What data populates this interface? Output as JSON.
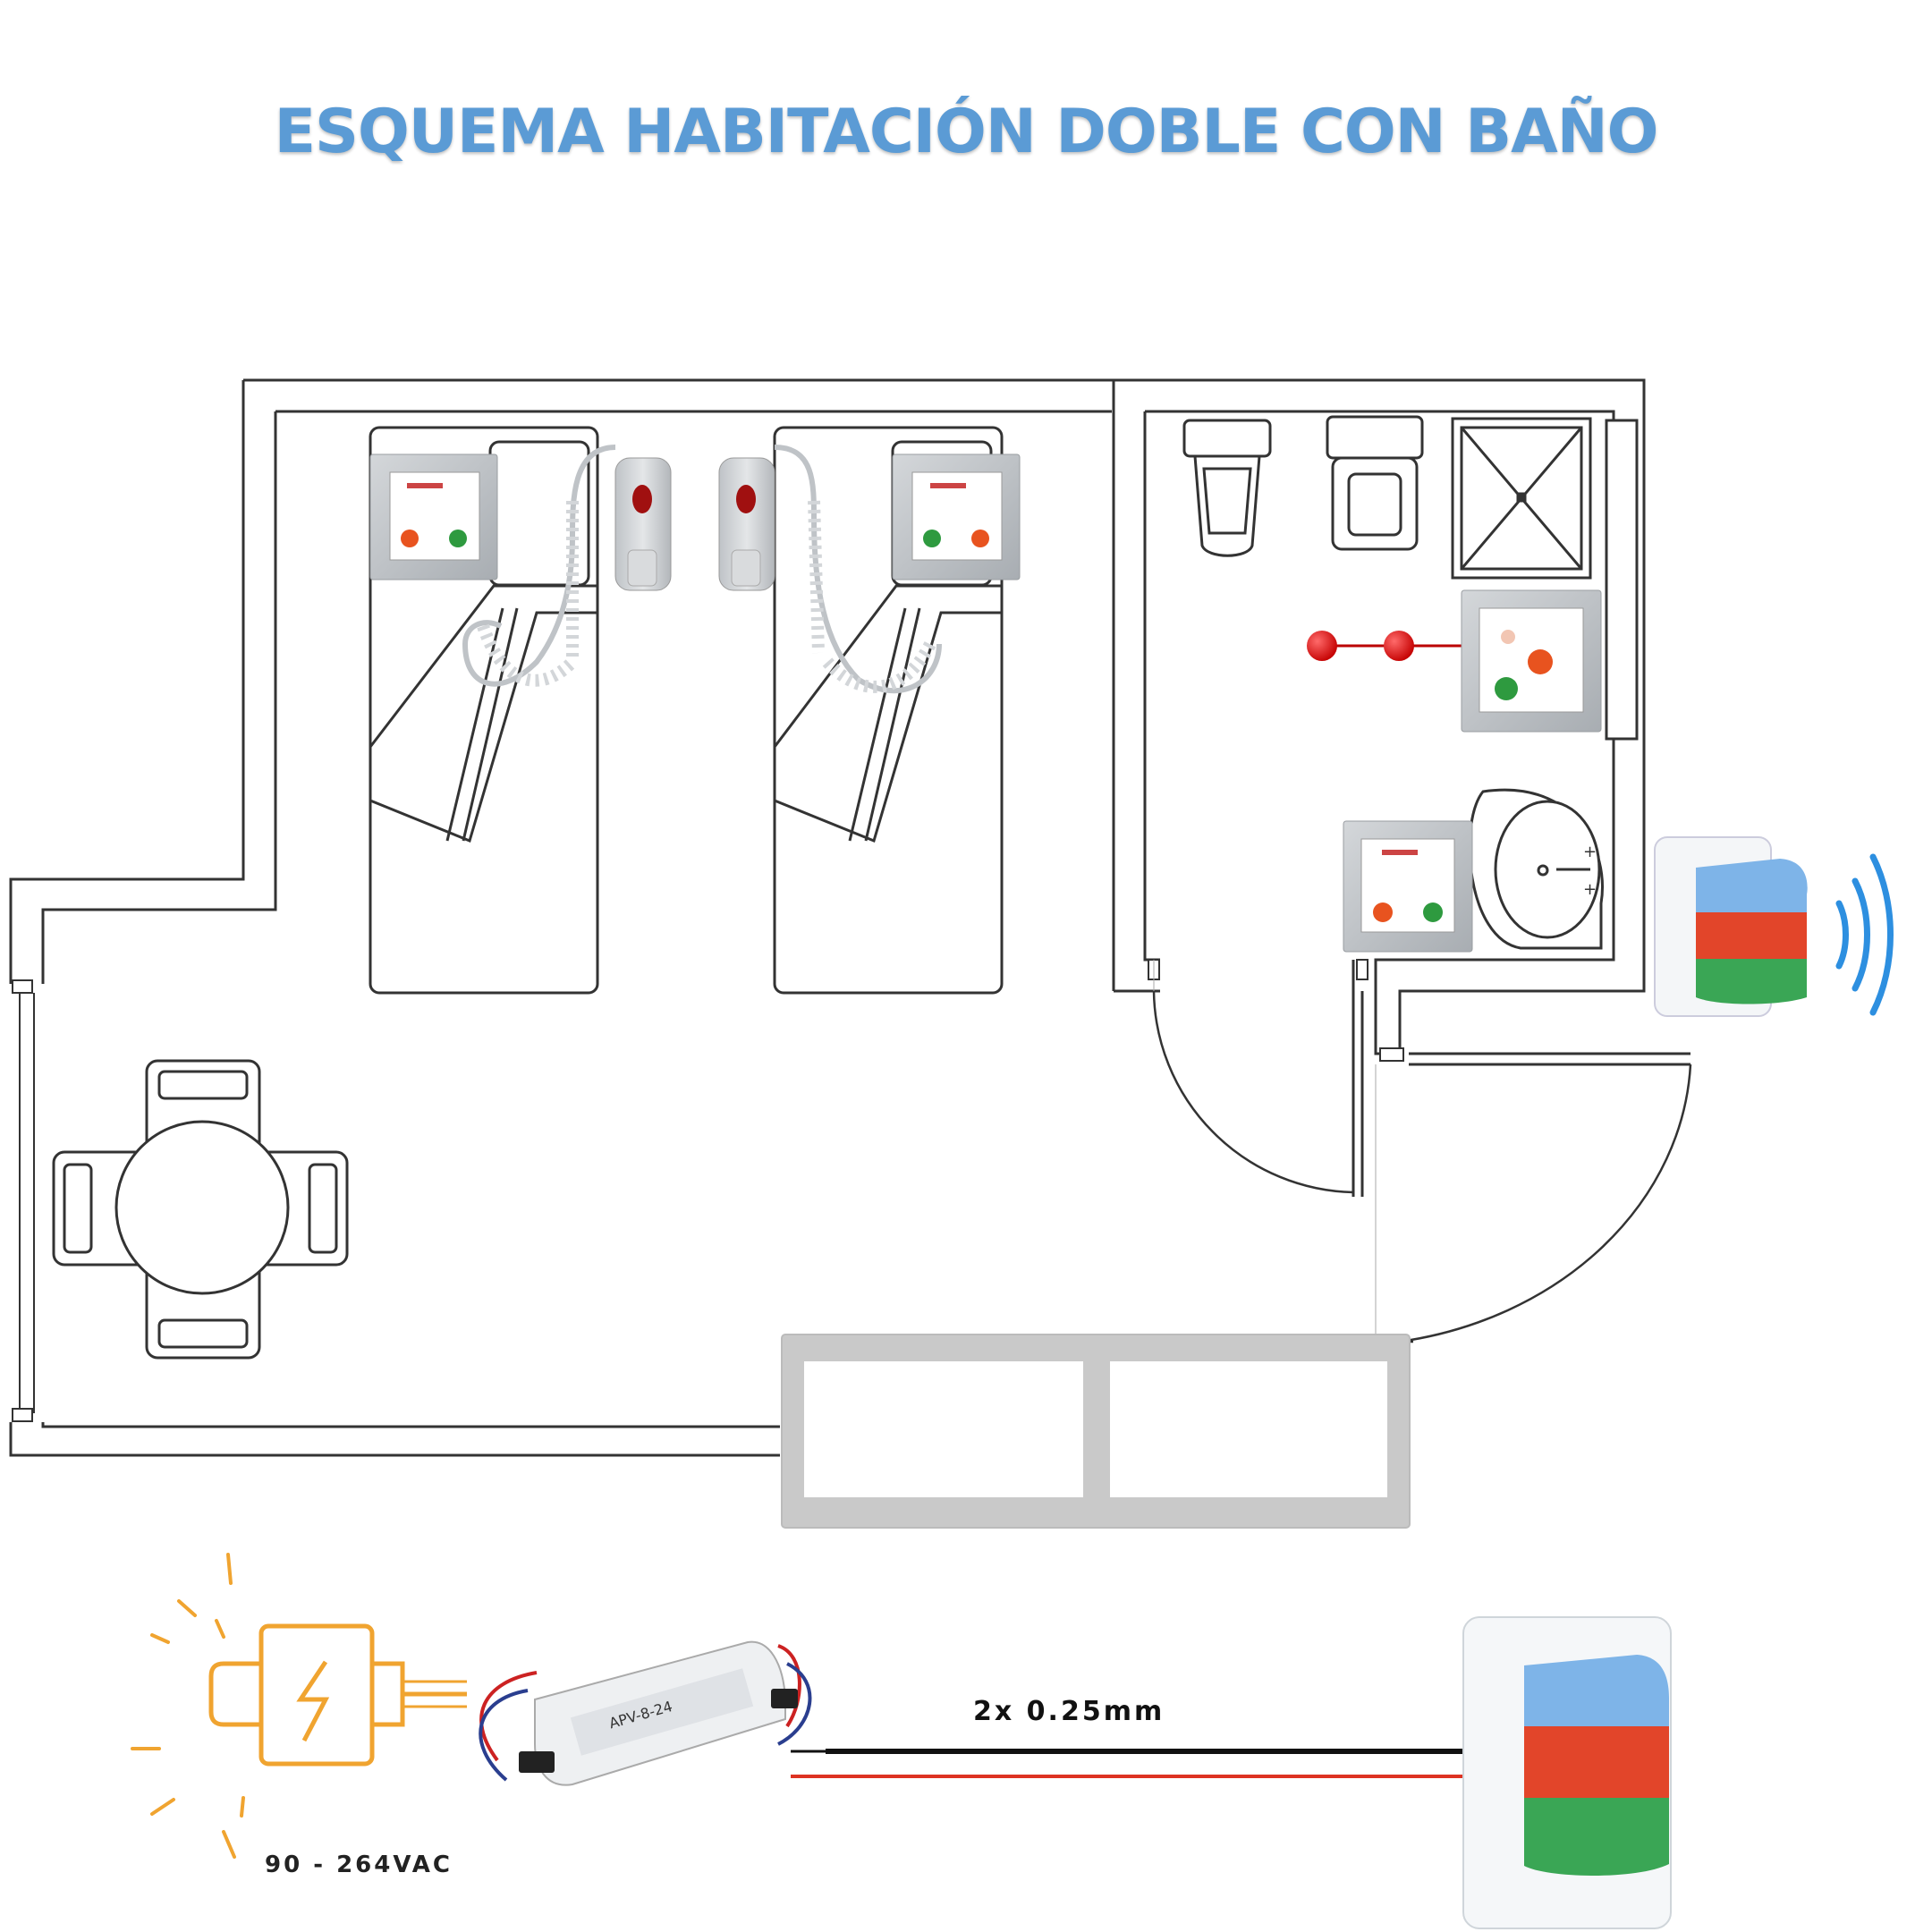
{
  "title": "ESQUEMA HABITACIÓN DOBLE CON BAÑO",
  "wiring": {
    "voltage": "90 - 264VAC",
    "cable": "2x  0.25mm",
    "power_supply_model": "APV-8-24"
  },
  "devices": {
    "bed_panels": 2,
    "pendant_call_buttons": 2,
    "bathroom_pull_panels": 1,
    "bathroom_panels": 1,
    "corridor_lights": 2,
    "light_colors": [
      "#6fa8dc",
      "#e0442a",
      "#3aa655"
    ]
  },
  "icons": [
    "power-plug-icon",
    "lightning-icon",
    "wireless-signal-icon"
  ]
}
